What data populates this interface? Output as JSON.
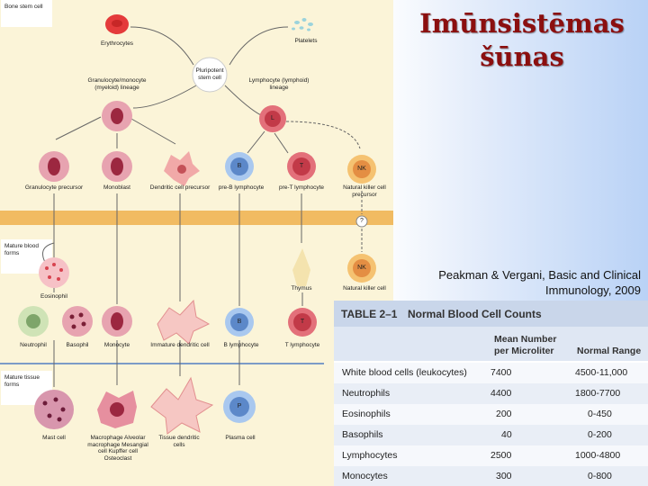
{
  "title": "Imūnsistēmas šūnas",
  "citation": "Peakman & Vergani, Basic and Clinical Immunology, 2009",
  "diagram": {
    "sections": [
      "Bone stem cell",
      "Mature blood forms",
      "Mature tissue forms"
    ],
    "labels": {
      "erythrocytes": "Erythrocytes",
      "platelets": "Platelets",
      "pluripotent": "Pluripotent stem cell",
      "myeloid": "Granulocyte/monocyte (myeloid) lineage",
      "lymphoid": "Lymphocyte (lymphoid) lineage",
      "granulocyte_precursor": "Granulocyte precursor",
      "monoblast": "Monoblast",
      "dendritic_precursor": "Dendritic cell precursor",
      "pre_b": "pre-B lymphocyte",
      "pre_t": "pre-T lymphocyte",
      "nk_precursor": "Natural killer cell precursor",
      "eosinophil": "Eosinophil",
      "thymus": "Thymus",
      "nk_cell": "Natural killer cell",
      "neutrophil": "Neutrophil",
      "basophil": "Basophil",
      "monocyte": "Monocyte",
      "immature_dc": "Immature dendritic cell",
      "b_lymphocyte": "B lymphocyte",
      "t_lymphocyte": "T lymphocyte",
      "mast_cell": "Mast cell",
      "macrophage": "Macrophage Alveolar macrophage Mesangial cell Kupffer cell Osteoclast",
      "tissue_dc": "Tissue dendritic cells",
      "plasma_cell": "Plasma cell"
    },
    "cell_letters": {
      "l": "L",
      "b1": "B",
      "t1": "T",
      "nk1": "NK",
      "q": "?",
      "nk2": "NK",
      "b2": "B",
      "t2": "T",
      "p": "P"
    }
  },
  "table": {
    "number": "TABLE 2–1",
    "name": "Normal Blood Cell Counts",
    "col_mean": "Mean Number per Microliter",
    "col_range": "Normal Range",
    "rows": [
      {
        "name": "White blood cells (leukocytes)",
        "mean": "7400",
        "range": "4500-11,000"
      },
      {
        "name": "Neutrophils",
        "mean": "4400",
        "range": "1800-7700"
      },
      {
        "name": "Eosinophils",
        "mean": "200",
        "range": "0-450"
      },
      {
        "name": "Basophils",
        "mean": "40",
        "range": "0-200"
      },
      {
        "name": "Lymphocytes",
        "mean": "2500",
        "range": "1000-4800"
      },
      {
        "name": "Monocytes",
        "mean": "300",
        "range": "0-800"
      }
    ]
  }
}
